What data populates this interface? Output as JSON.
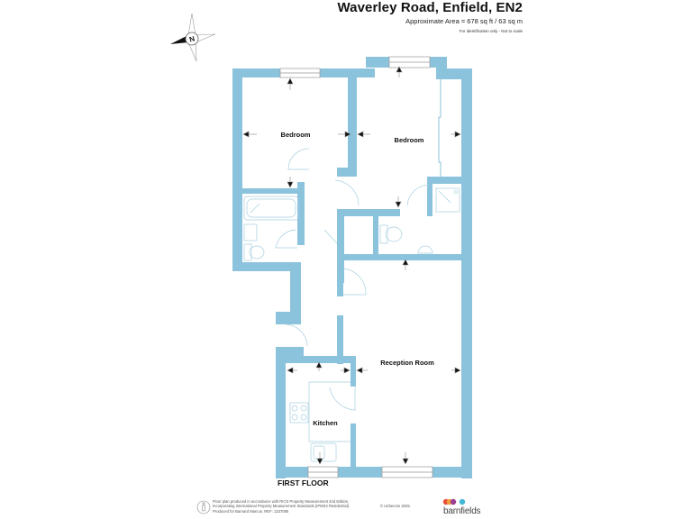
{
  "header": {
    "title": "Waverley Road, Enfield, EN2",
    "area": "Approximate Area = 678 sq ft / 63 sq m",
    "note": "For identification only - Not to scale"
  },
  "compass": {
    "icon": "compass-north-icon",
    "letter": "N"
  },
  "rooms": [
    {
      "name": "bedroom-1",
      "label": "Bedroom"
    },
    {
      "name": "bedroom-2",
      "label": "Bedroom"
    },
    {
      "name": "reception-room",
      "label": "Reception Room"
    },
    {
      "name": "kitchen",
      "label": "Kitchen"
    }
  ],
  "floor_label": "FIRST FLOOR",
  "colors": {
    "wall": "#8cc3dc",
    "fixture_line": "#a9cfe0",
    "text": "#111111"
  },
  "footer": {
    "lines": [
      "Floor plan produced in accordance with RICS Property Measurement 2nd Edition,",
      "Incorporating International Property Measurement Standards (IPMS2 Residential).",
      "Produced for Barnard Marcus.   REF: 1337080"
    ],
    "copyright": "© nichecom 2025.",
    "logo_text": "barnfields",
    "logo_dots": [
      "#e94e3c",
      "#f2a23a",
      "#9c3d8f",
      "#43b8d8"
    ]
  }
}
